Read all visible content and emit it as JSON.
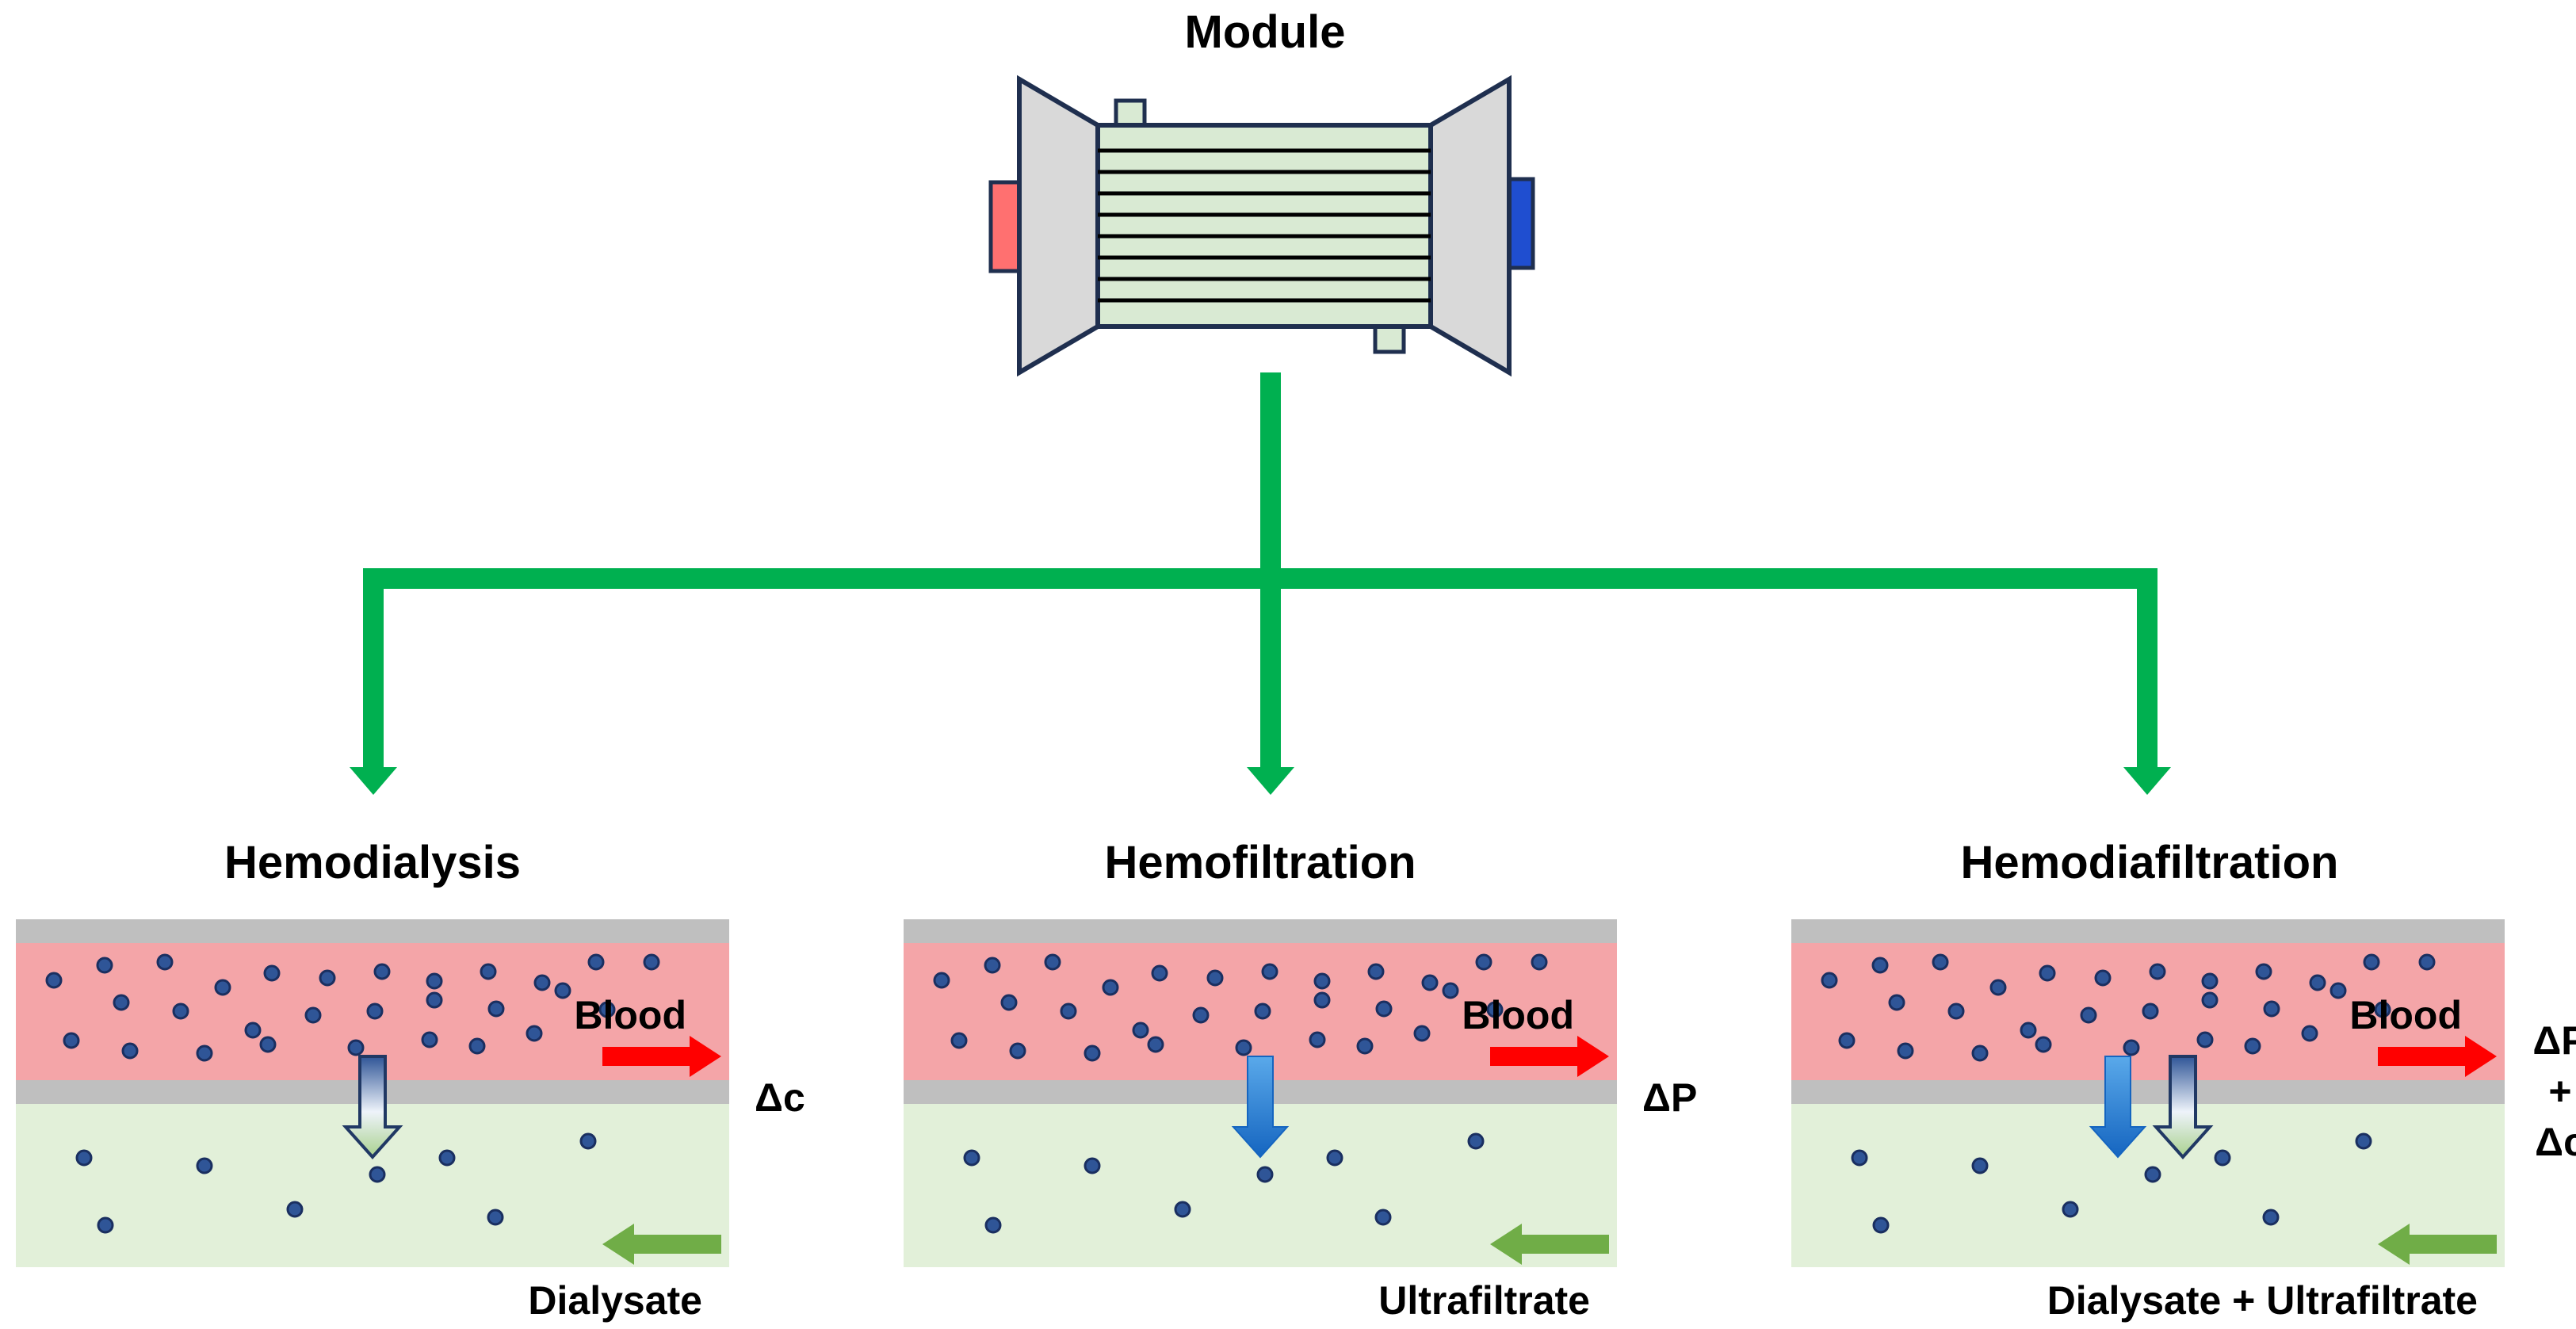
{
  "title": "Module",
  "panels": [
    {
      "title": "Hemodialysis",
      "blood_label": "Blood",
      "driving_force": [
        "Δc"
      ],
      "bottom_label": "Dialysate",
      "mechanism": "diffusion"
    },
    {
      "title": "Hemofiltration",
      "blood_label": "Blood",
      "driving_force": [
        "ΔP"
      ],
      "bottom_label": "Ultrafiltrate",
      "mechanism": "convection"
    },
    {
      "title": "Hemodiafiltration",
      "blood_label": "Blood",
      "driving_force": [
        "ΔP",
        "+",
        "Δc"
      ],
      "bottom_label": "Dialysate + Ultrafiltrate",
      "mechanism": "convection+diffusion"
    }
  ],
  "colors": {
    "connector": "#00b050",
    "blood_layer": "#f4a5a8",
    "dialysate_layer": "#e2f0d9",
    "membrane": "#bfbfbf",
    "particle": "#2f5597",
    "blood_arrow": "#ff0000",
    "dialysate_arrow": "#70ad47",
    "pressure_arrow": "#1f78d1",
    "module_outline": "#1f2f4f",
    "module_fiber_fill": "#d9ead3",
    "module_cap_fill": "#d9d9d9",
    "inlet_port": "#ff7070",
    "outlet_port": "#1f4ed0"
  }
}
